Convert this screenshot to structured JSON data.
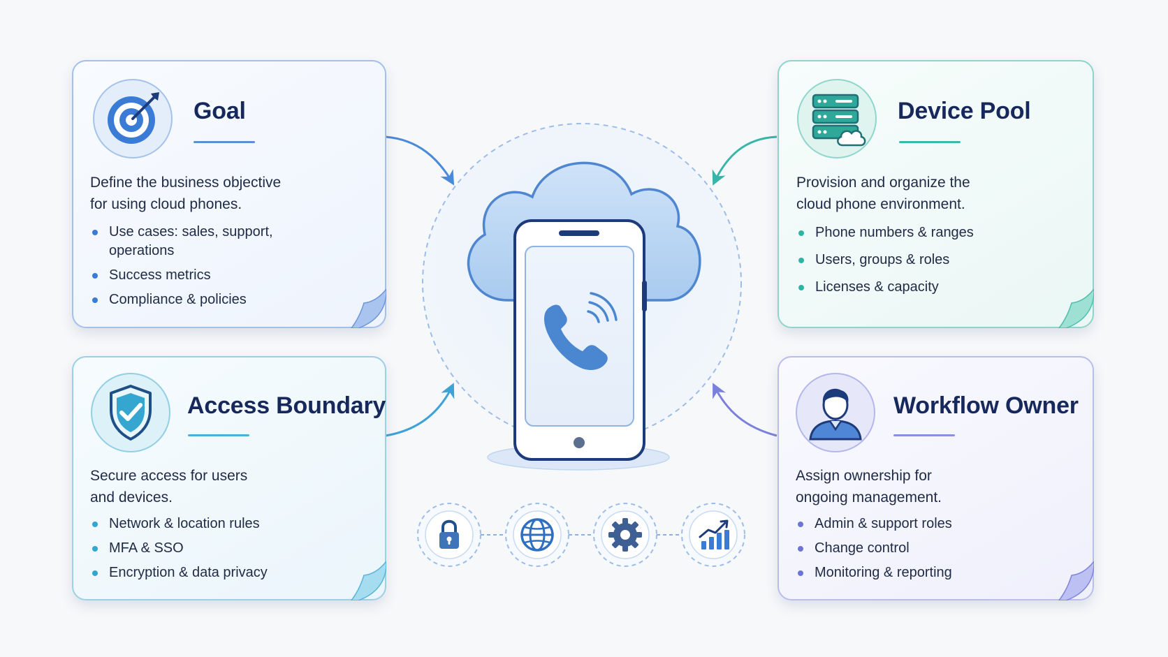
{
  "cards": {
    "goal": {
      "title": "Goal",
      "description": [
        "Define the business objective",
        "for using cloud phones."
      ],
      "bullets": [
        "Use cases: sales, support, operations",
        "Success metrics",
        "Compliance & policies"
      ],
      "icon": "target-icon",
      "accent": "#3a7bd5"
    },
    "device_pool": {
      "title": "Device Pool",
      "description": [
        "Provision and organize the",
        "cloud phone environment."
      ],
      "bullets": [
        "Phone numbers & ranges",
        "Users, groups & roles",
        "Licenses & capacity"
      ],
      "icon": "server-cloud-icon",
      "accent": "#2fb3a3"
    },
    "access_boundary": {
      "title": "Access Boundary",
      "description": [
        "Secure access for users",
        "and devices."
      ],
      "bullets": [
        "Network & location rules",
        "MFA & SSO",
        "Encryption & data privacy"
      ],
      "icon": "shield-check-icon",
      "accent": "#31a7cf"
    },
    "workflow_owner": {
      "title": "Workflow Owner",
      "description": [
        "Assign ownership for",
        "ongoing management."
      ],
      "bullets": [
        "Admin & support roles",
        "Change control",
        "Monitoring & reporting"
      ],
      "icon": "user-icon",
      "accent": "#6d74d8"
    }
  },
  "center": {
    "graphic": "cloud-phone-illustration",
    "icons": [
      "lock-icon",
      "globe-icon",
      "gear-icon",
      "chart-icon"
    ]
  },
  "colors": {
    "navy": "#17295c",
    "blue": "#3a7bd5",
    "teal": "#2fb3a3",
    "cyan": "#31a7cf",
    "purple": "#6d74d8"
  }
}
